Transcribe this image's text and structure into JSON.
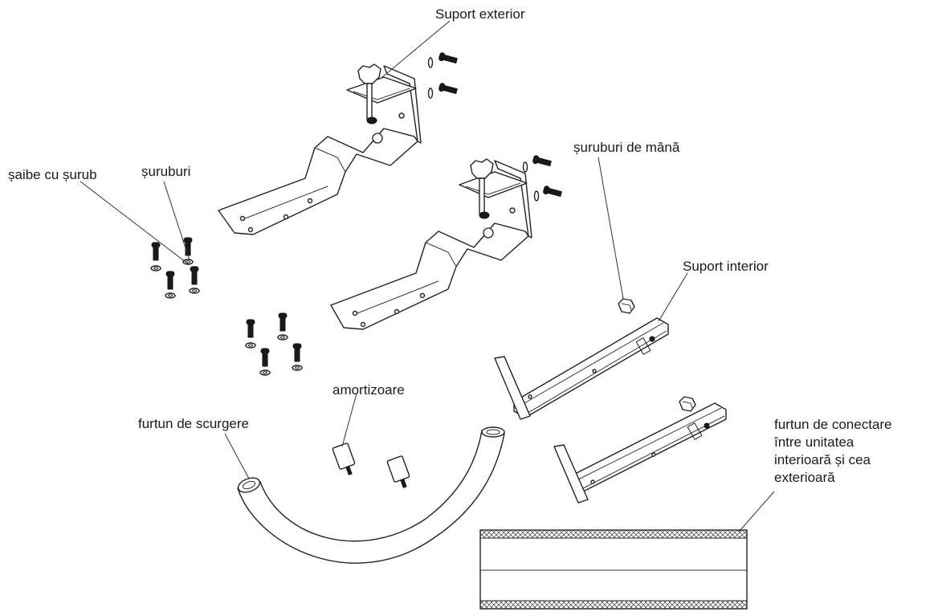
{
  "labels": {
    "suport_exterior": "Suport exterior",
    "suruburi_de_mana": "șuruburi de mână",
    "saibe_cu_surub": "șaibe cu șurub",
    "suruburi": "șuruburi",
    "suport_interior": "Suport interior",
    "amortizoare": "amortizoare",
    "furtun_de_scurgere": "furtun de scurgere",
    "furtun_de_conectare": "furtun de conectare\nîntre unitatea\ninterioară și cea\nexterioară"
  }
}
